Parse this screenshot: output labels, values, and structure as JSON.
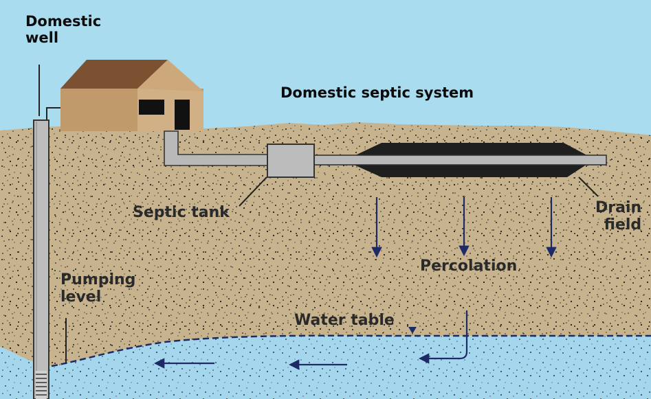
{
  "labels": {
    "domestic_well": [
      "Domestic",
      "well"
    ],
    "septic_system": "Domestic septic system",
    "septic_tank": "Septic tank",
    "drain_field": [
      "Drain",
      "field"
    ],
    "percolation": "Percolation",
    "pumping_level": [
      "Pumping",
      "level"
    ],
    "water_table": "Water table"
  },
  "colors": {
    "sky": "#a9dcef",
    "earth": "#c7b48e",
    "groundwater": "#a4d7ee",
    "house_wall": "#c19a6b",
    "house_roof": "#7b5132",
    "pipe": "#b9b9b9",
    "drain_field": "#1f1f1f",
    "arrow": "#1e2a66"
  }
}
